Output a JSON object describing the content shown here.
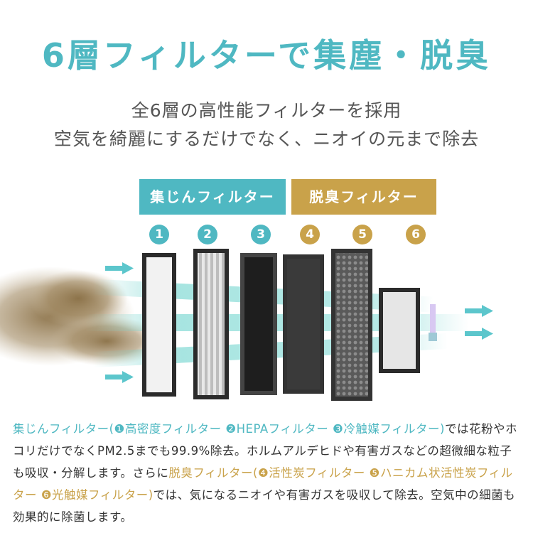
{
  "title": "6層フィルターで集塵・脱臭",
  "subtitle": {
    "line1": "全6層の高性能フィルターを採用",
    "line2": "空気を綺麗にするだけでなく、ニオイの元まで除去"
  },
  "categories": {
    "dust": "集じんフィルター",
    "deodor": "脱臭フィルター"
  },
  "numbers": [
    "1",
    "2",
    "3",
    "4",
    "5",
    "6"
  ],
  "colors": {
    "teal": "#4fb8c2",
    "gold": "#c9a24a",
    "text": "#333333"
  },
  "icons": [
    "arrow-right-icon",
    "filter-panel-icon",
    "dust-cloud-icon",
    "purifier-device-icon"
  ],
  "description": {
    "dust_label": "集じんフィルター",
    "dust_items": "(❶高密度フィルター ❷HEPAフィルター ❸冷触媒フィルター)",
    "text1": "では花粉やホコリだけでなくPM2.5までも99.9%除去。ホルムアルデヒドや有害ガスなどの超微細な粒子も吸収・分解します。さらに",
    "deodor_label": "脱臭フィルター",
    "deodor_items": "(❹活性炭フィルター ❺ハニカム状活性炭フィルター ❻光触媒フィルター)",
    "text2": "では、気になるニオイや有害ガスを吸収して除去。空気中の細菌も効果的に除菌します。"
  }
}
